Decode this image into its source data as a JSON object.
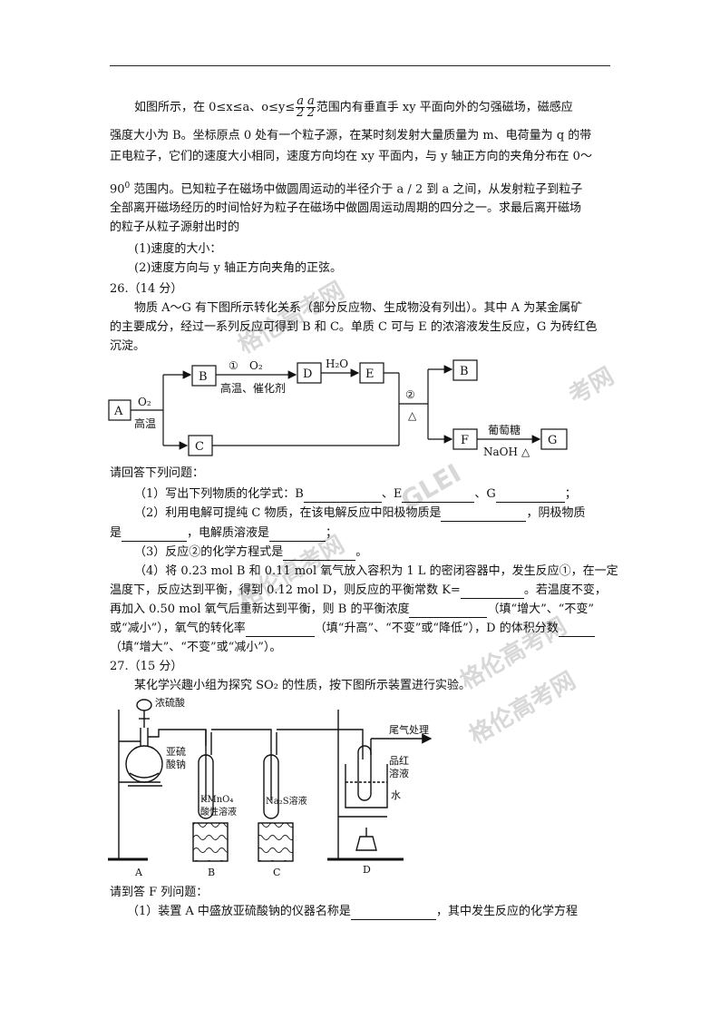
{
  "q25": {
    "l1a": "如图所示，在 0≤x≤a、o≤y≤",
    "frac1_num": "a",
    "frac1_den": "2",
    "frac2_num": "a",
    "frac2_den": "2",
    "l1b": "范围内有垂直手 xy 平面向外的匀强磁场，磁感应",
    "l2": "强度大小为 B。坐标原点 0 处有一个粒子源，在某时刻发射大量质量为 m、电荷量为 q 的带",
    "l3": "正电粒子，它们的速度大小相同，速度方向均在 xy 平面内，与 y 轴正方向的夹角分布在 0～",
    "l4a": "90",
    "l4sup": "0",
    "l4b": " 范围内。已知粒子在磁场中做圆周运动的半径介于 a / 2 到 a 之间，从发射粒子到粒子",
    "l5": "全部离开磁场经历的时间恰好为粒子在磁场中做圆周运动周期的四分之一。求最后离开磁场",
    "l6": "的粒子从粒子源射出时的",
    "l7": "(1)速度的大小：",
    "l8": "(2)速度方向与 y 轴正方向夹角的正弦。"
  },
  "q26": {
    "header": "26.（14 分）",
    "l1": "物质 A～G 有下图所示转化关系（部分反应物、生成物没有列出）。其中 A 为某金属矿",
    "l2": "的主要成分，经过一系列反应可得到 B 和 C。单质 C 可与 E 的浓溶液发生反应，G 为砖红色",
    "l3": "沉淀。",
    "diagram": {
      "boxes": [
        "A",
        "B",
        "C",
        "D",
        "E",
        "B",
        "F",
        "G"
      ],
      "o2_a": "O₂",
      "gaowen": "高温",
      "r1": "①",
      "o2_b": "O₂",
      "cond1": "高温、催化剂",
      "h2o": "H₂O",
      "r2": "②",
      "delta1": "△",
      "glucose": "葡萄糖",
      "naoh": "NaOH",
      "delta2": "△"
    },
    "ask": "请回答下列问题：",
    "p1a": "（1）写出下列物质的化学式：B",
    "p1b": "、E",
    "p1c": "、G",
    "p1d": "；",
    "p2a": "（2）利用电解可提纯 C 物质，在该电解反应中阳极物质是",
    "p2b": "，阴极物质",
    "p2c": "是",
    "p2d": "，电解质溶液是",
    "p2e": "；",
    "p3a": "（3）反应②的化学方程式是",
    "p3b": "。",
    "p4a": "（4）将 0.23 mol B 和 0.11 mol 氧气放入容积为 1 L 的密闭容器中，发生反应①，在一定",
    "p4b": "温度下，反应达到平衡，得到 0.12 mol D，则反应的平衡常数 K=",
    "p4c": "。若温度不变，",
    "p4d": "再加入 0.50 mol 氧气后重新达到平衡，则 B 的平衡浓度",
    "p4e": "（填“增大”、“不变”",
    "p4f": "或“减小”），氧气的转化率",
    "p4g": "（填“升高”、“不变”或“降低”），D 的体积分数",
    "p4h": "（填“增大”、“不变”或“减小”）。"
  },
  "q27": {
    "header": "27.（15 分）",
    "l1": "某化学兴趣小组为探究 SO₂ 的性质，按下图所示装置进行实验。",
    "apparatus": {
      "conc_acid": "浓硫酸",
      "sulfite1": "亚硫",
      "sulfite2": "酸钠",
      "kmno4_1": "KMnO₄",
      "kmno4_2": "酸性溶液",
      "na2s": "Na₂S溶液",
      "tail": "尾气处理",
      "pinhong1": "品红",
      "pinhong2": "溶液",
      "water": "水",
      "labelA": "A",
      "labelB": "B",
      "labelC": "C",
      "labelD": "D"
    },
    "ask": "请到答 F 列问题：",
    "p1a": "（1）装置 A 中盛放亚硫酸钠的仪器名称是",
    "p1b": "，其中发生反应的化学方程"
  },
  "watermark": {
    "w1": "格伦高考网",
    "w2": "考网",
    "w3": "GLEI",
    "w4": "格伦高考网",
    "w5": "格伦高考网",
    "w6": "格伦高考网"
  }
}
